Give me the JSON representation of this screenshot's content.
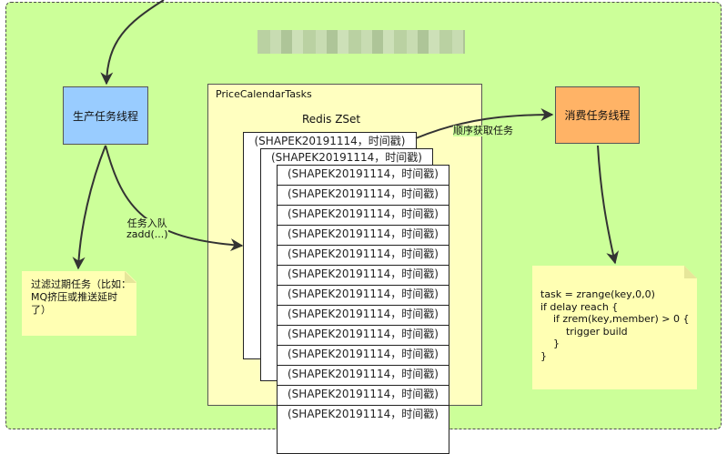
{
  "diagram": {
    "producer": {
      "label": "生产任务线程"
    },
    "consumer": {
      "label": "消费任务线程"
    },
    "group": {
      "label": "PriceCalendarTasks"
    },
    "zset": {
      "label": "Redis ZSet"
    },
    "task_card_text": "(SHAPEK20191114，时间戳)",
    "task_card_count": 15,
    "edges": {
      "enqueue_line1": "任务入队",
      "enqueue_line2": "zadd(...)",
      "fetch": "顺序获取任务"
    },
    "note_left": {
      "text": "过滤过期任务（比如：MQ挤压或推送延时了）"
    },
    "note_right": {
      "lines": [
        "task = zrange(key,0,0)",
        "if delay reach {",
        "    if zrem(key,member) > 0 {",
        "        trigger build",
        "    }",
        "}"
      ]
    }
  }
}
